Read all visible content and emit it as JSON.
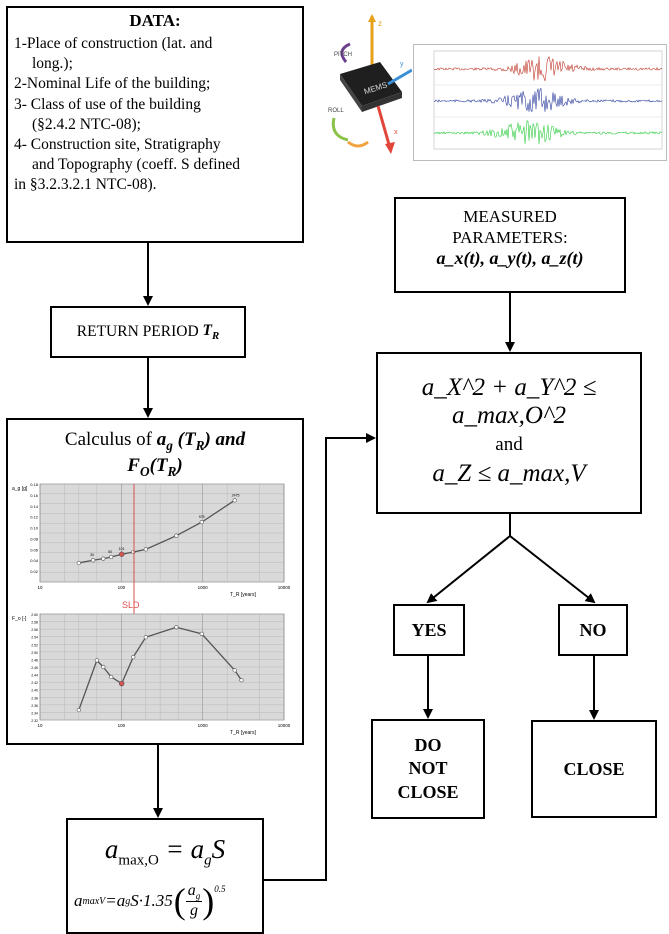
{
  "data_box": {
    "title": "DATA:",
    "items": [
      "1-Place of construction (lat. and",
      "long.);",
      "2-Nominal Life of the building;",
      "3-  Class of use of the building",
      "(§2.4.2 NTC-08);",
      "4-  Construction site, Stratigraphy",
      "and Topography (coeff. S defined",
      "in §3.2.3.2.1 NTC-08)."
    ]
  },
  "return_period": {
    "label": "RETURN PERIOD",
    "symbol": "T",
    "sub": "R"
  },
  "calculus": {
    "line1_prefix": "Calculus of",
    "line1_symbol": "a",
    "line1_sub": "g",
    "line1_arg": " (T",
    "line1_arg_sub": "R",
    "line1_suffix": ") and",
    "line2_symbol": "F",
    "line2_sub": "O",
    "line2_arg": "(T",
    "line2_arg_sub": "R",
    "line2_suffix": ")"
  },
  "charts": {
    "top": {
      "ylabel": "a_g [g]",
      "xlabel": "T_R [years]",
      "yticks": [
        "0.18",
        "0.16",
        "0.14",
        "0.12",
        "0.10",
        "0.08",
        "0.06",
        "0.04",
        "0.02"
      ],
      "xticks": [
        "10",
        "100",
        "1000",
        "10000"
      ],
      "point_labels": [
        "30",
        "50",
        "101",
        "975",
        "2475"
      ]
    },
    "sld_label": "SLD",
    "bottom": {
      "ylabel": "F_o [-]",
      "xlabel": "T_R [years]",
      "yticks": [
        "2.60",
        "2.58",
        "2.56",
        "2.54",
        "2.52",
        "2.50",
        "2.48",
        "2.46",
        "2.44",
        "2.42",
        "2.40",
        "2.38",
        "2.36",
        "2.34",
        "2.32"
      ],
      "xticks": [
        "10",
        "100",
        "1000",
        "10000"
      ]
    }
  },
  "amax_box": {
    "formula1_lhs": "a",
    "formula1_lhs_sub": "max,O",
    "formula1_rhs": "= a",
    "formula1_rhs_sub": "g",
    "formula1_tail": "S",
    "formula2_lhs": "a",
    "formula2_lhs_sub": "maxV",
    "formula2_rhs": "=a",
    "formula2_rhs_sub": "g",
    "formula2_mid": "S·1.35",
    "formula2_num": "a",
    "formula2_num_sub": "g",
    "formula2_den": "g",
    "formula2_exp": "0.5"
  },
  "measured": {
    "line1": "MEASURED",
    "line2": "PARAMETERS:",
    "line3": "a_x(t), a_y(t), a_z(t)"
  },
  "condition": {
    "line1": "a_X^2 + a_Y^2 ≤ a_max,O^2",
    "and": "and",
    "line3": "a_Z ≤ a_max,V"
  },
  "yes_label": "YES",
  "no_label": "NO",
  "do_not_close": [
    "DO",
    "NOT",
    "CLOSE"
  ],
  "close_label": "CLOSE",
  "sensor": {
    "chip_text": "MEMS",
    "labels": [
      "PITCH",
      "ROLL",
      "z",
      "y",
      "x"
    ]
  }
}
